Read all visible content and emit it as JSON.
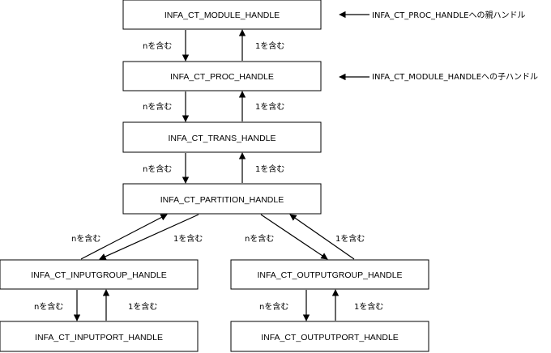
{
  "nodes": {
    "module": "INFA_CT_MODULE_HANDLE",
    "proc": "INFA_CT_PROC_HANDLE",
    "trans": "INFA_CT_TRANS_HANDLE",
    "partition": "INFA_CT_PARTITION_HANDLE",
    "inputgroup": "INFA_CT_INPUTGROUP_HANDLE",
    "outputgroup": "INFA_CT_OUTPUTGROUP_HANDLE",
    "inputport": "INFA_CT_INPUTPORT_HANDLE",
    "outputport": "INFA_CT_OUTPUTPORT_HANDLE"
  },
  "edge_labels": {
    "contains_n": "nを含む",
    "contains_1": "1を含む"
  },
  "annotations": {
    "module_note": "INFA_CT_PROC_HANDLEへの親ハンドル",
    "proc_note": "INFA_CT_MODULE_HANDLEへの子ハンドル"
  }
}
